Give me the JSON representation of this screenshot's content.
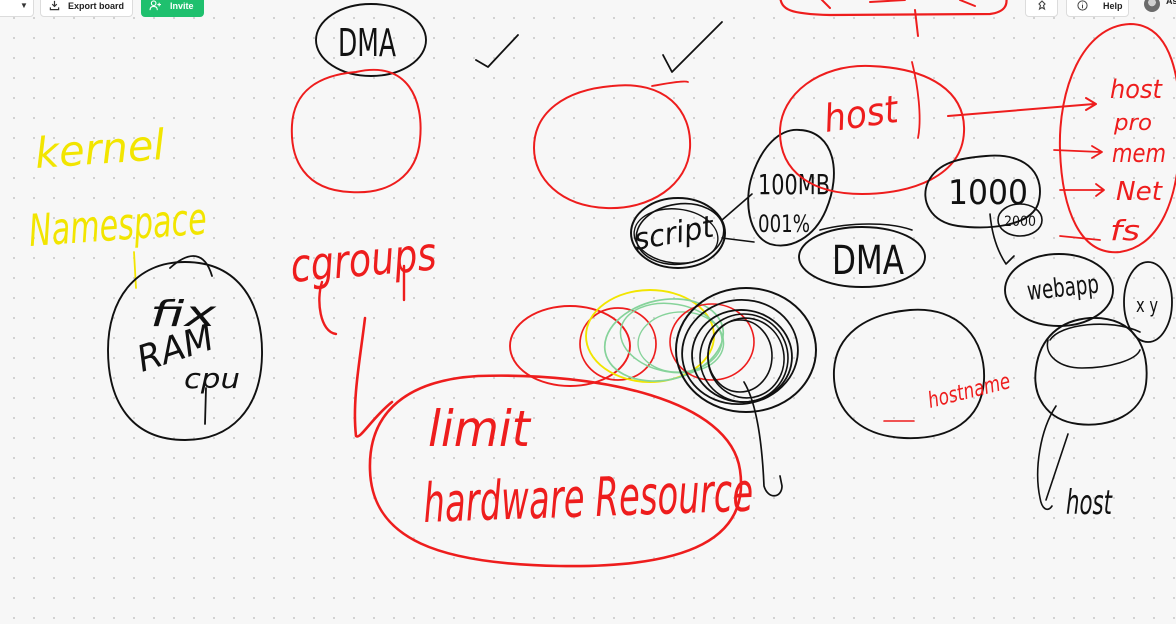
{
  "toolbar": {
    "export_label": "Export board",
    "invite_label": "Invite",
    "help_label": "Help",
    "user_initial": "As"
  },
  "board": {
    "note_kernel": "kernel",
    "note_namespace": "Namespace",
    "note_fix": "fix",
    "note_ram": "RAM",
    "note_cpu": "cpu",
    "note_dma_top": "DMA",
    "note_cgroups": "cgroups",
    "note_limit": "limit",
    "note_hardware": "hardware Resource",
    "note_host": "host",
    "note_script": "script",
    "note_100mb": "100MB",
    "note_001": "001%",
    "note_dma_mid": "DMA",
    "note_1000": "1000",
    "note_2000": "2000",
    "note_list": [
      "host",
      "pro",
      "mem",
      "Net",
      "fs"
    ],
    "note_webapp": "webapp",
    "note_xy": "x y",
    "note_hostname": "hostname",
    "note_host_bottom": "host",
    "colors": {
      "red": "#ee1d1d",
      "black": "#111111",
      "yellow": "#f2e500",
      "green": "#86d39a",
      "accent": "#1fc06e"
    }
  }
}
